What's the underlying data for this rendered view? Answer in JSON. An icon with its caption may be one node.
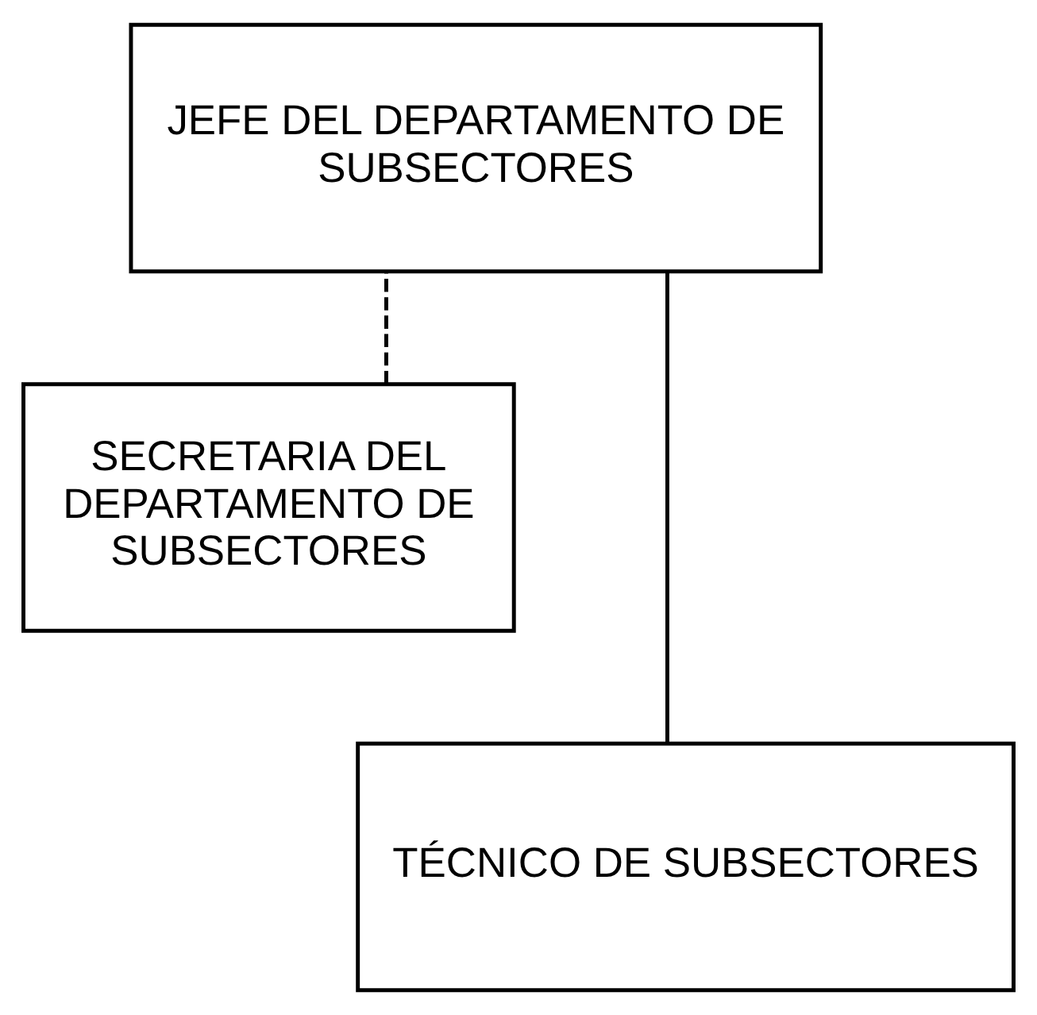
{
  "diagram": {
    "nodes": [
      {
        "text": [
          "JEFE DEL DEPARTAMENTO DE SUBSECTORES"
        ]
      },
      {
        "text": [
          "SECRETARIA DEL DEPARTAMENTO DE SUBSECTORES"
        ]
      },
      {
        "text": [
          "TÉCNICO DE SUBSECTORES"
        ]
      }
    ],
    "edges": [
      {
        "from": 0,
        "to": 2,
        "arrow": "none"
      },
      {
        "from": 1,
        "to": 0,
        "arrow": "none",
        "style": "dashed"
      }
    ]
  }
}
